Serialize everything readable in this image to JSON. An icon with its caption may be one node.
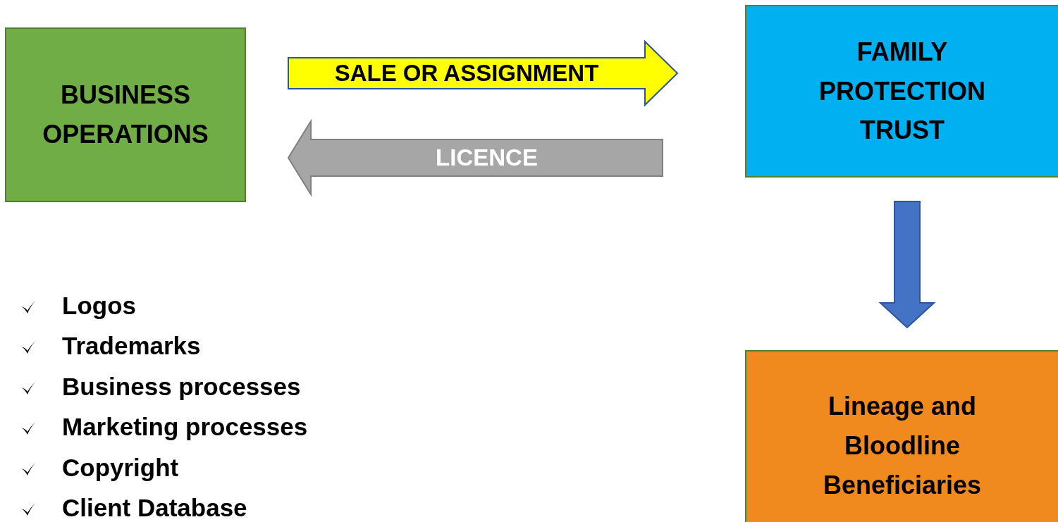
{
  "diagram": {
    "nodes": [
      {
        "text": [
          "BUSINESS OPERATIONS"
        ]
      },
      {
        "text": [
          "FAMILY PROTECTION TRUST"
        ]
      },
      {
        "text": [
          "Lineage and Bloodline Beneficiaries"
        ]
      }
    ],
    "edges": [
      {
        "from": 0,
        "to": 1,
        "arrow": "to",
        "label": "SALE OR ASSIGNMENT",
        "color": "#ffff00"
      },
      {
        "from": 1,
        "to": 0,
        "arrow": "to",
        "label": "LICENCE",
        "color": "#a6a6a6"
      },
      {
        "from": 1,
        "to": 2,
        "arrow": "to",
        "color": "#4472c4"
      }
    ],
    "labels": [
      "Logos",
      "Trademarks",
      "Business processes",
      "Marketing processes",
      "Copyright",
      "Client Database"
    ]
  }
}
